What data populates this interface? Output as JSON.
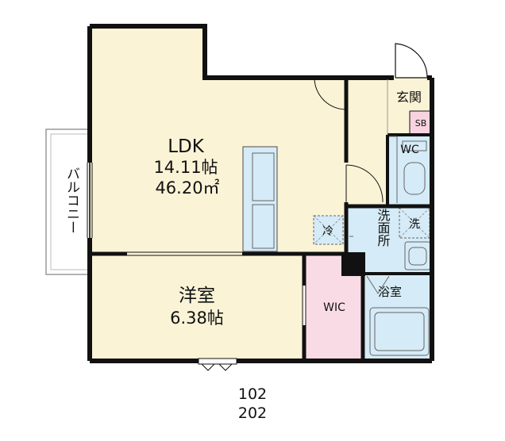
{
  "rooms": {
    "ldk": {
      "name": "LDK",
      "size_jo": "14.11帖",
      "area": "46.20㎡"
    },
    "youshitsu": {
      "name": "洋室",
      "size_jo": "6.38帖"
    },
    "wic": {
      "name": "WIC"
    },
    "genkan": {
      "name": "玄関"
    },
    "sb": {
      "name": "SB"
    },
    "wc": {
      "name": "WC"
    },
    "senmenjo": {
      "name": "洗面所"
    },
    "yokushitsu": {
      "name": "浴室"
    },
    "balcony": {
      "name": "バルコニー"
    }
  },
  "fixtures": {
    "fridge": "冷",
    "washer": "洗"
  },
  "unit_numbers": [
    "102",
    "202"
  ],
  "colors": {
    "ldk_floor": "#fbf3d6",
    "wet_area": "#d5ebf7",
    "wic_floor": "#f9dbe6",
    "sb_floor": "#f7d3e0",
    "wall": "#111111"
  }
}
